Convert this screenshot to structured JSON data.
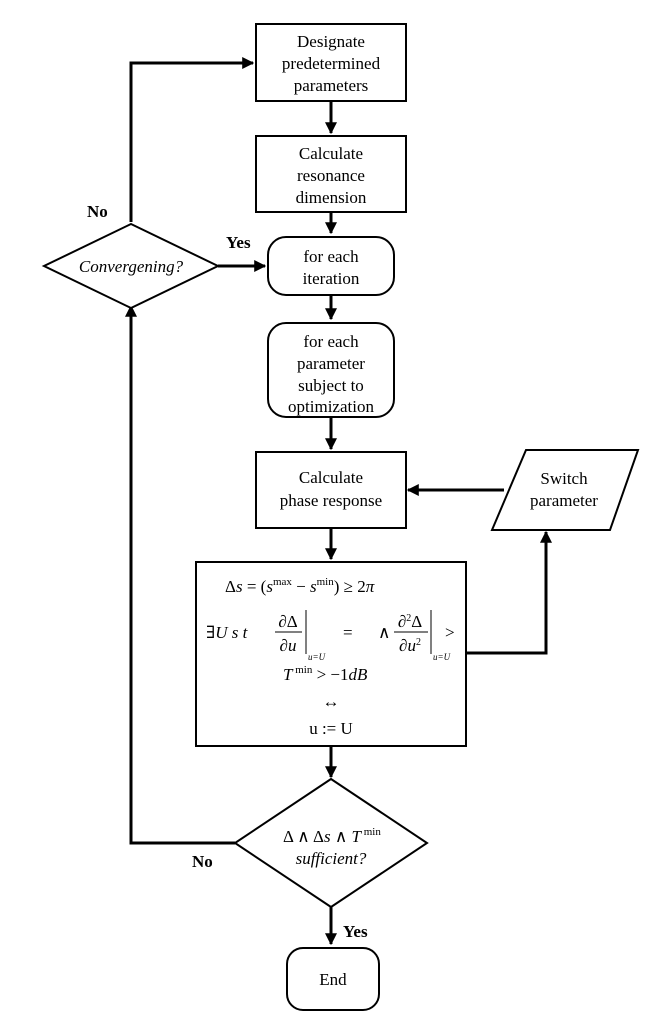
{
  "nodes": {
    "designate": {
      "lines": [
        "Designate",
        "predetermined",
        "parameters"
      ]
    },
    "calc_resonance": {
      "lines": [
        "Calculate",
        "resonance",
        "dimension"
      ]
    },
    "converging": {
      "text": "Convergening?"
    },
    "each_iteration": {
      "lines": [
        "for each",
        "iteration"
      ]
    },
    "each_parameter": {
      "lines": [
        "for each",
        "parameter",
        "subject to",
        "optimization"
      ]
    },
    "calc_phase": {
      "lines": [
        "Calculate",
        "phase response"
      ]
    },
    "switch_param": {
      "lines": [
        "Switch",
        "parameter"
      ]
    },
    "conditions": {
      "line1": "Δs = (s^max − s^min) ≥ 2π",
      "line2": "∃U s t ∂Δ/∂u|u=U = ∧ ∂²Δ/∂u²|u=U >",
      "line3": "T^min > −1dB",
      "line4": "↔",
      "line5": "u := U"
    },
    "sufficient": {
      "line1": "Δ ∧ Δs ∧ T^min",
      "line2": "sufficient?"
    },
    "end": {
      "text": "End"
    }
  },
  "edge_labels": {
    "conv_no": "No",
    "conv_yes": "Yes",
    "suff_no": "No",
    "suff_yes": "Yes"
  }
}
